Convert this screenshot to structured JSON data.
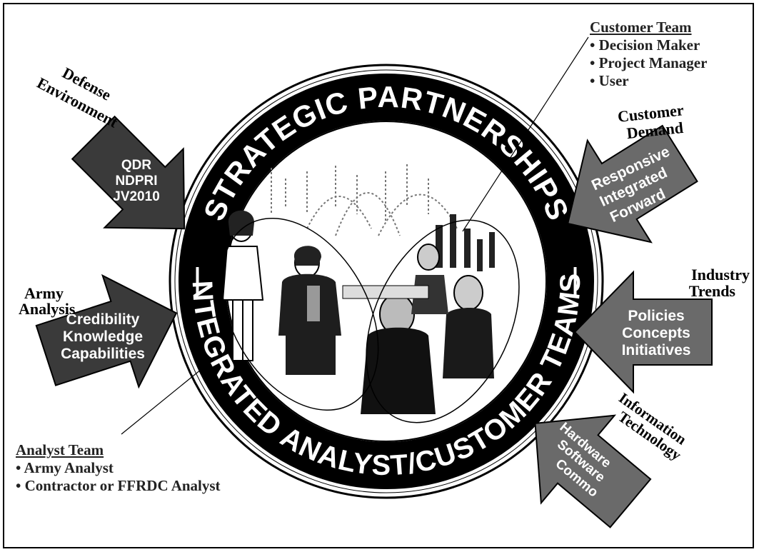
{
  "ring": {
    "top_text": "STRATEGIC PARTNERSHIPS",
    "bottom_text": "INTEGRATED ANALYST/CUSTOMER TEAMS",
    "separator": "—"
  },
  "arrows": {
    "defense": {
      "label_lines": [
        "Defense",
        "Environment"
      ],
      "items": [
        "QDR",
        "NDPRI",
        "JV2010"
      ]
    },
    "army": {
      "label_lines": [
        "Army",
        "Analysis"
      ],
      "items": [
        "Credibility",
        "Knowledge",
        "Capabilities"
      ]
    },
    "customer_demand": {
      "label_lines": [
        "Customer",
        "Demand"
      ],
      "items": [
        "Responsive",
        "Integrated",
        "Forward"
      ]
    },
    "industry": {
      "label_lines": [
        "Industry",
        "Trends"
      ],
      "items": [
        "Policies",
        "Concepts",
        "Initiatives"
      ]
    },
    "infotech": {
      "label_lines": [
        "Information",
        "Technology"
      ],
      "items": [
        "Hardware",
        "Software",
        "Commo"
      ]
    }
  },
  "customer_team": {
    "title": "Customer Team",
    "members": [
      "Decision Maker",
      "Project Manager",
      "User"
    ]
  },
  "analyst_team": {
    "title": "Analyst Team",
    "members": [
      "Army Analyst",
      "Contractor or FFRDC Analyst"
    ]
  },
  "colors": {
    "ring": "#000000",
    "arrow_fill": "#3a3a3a",
    "arrow_light_fill": "#6a6a6a",
    "arrow_text": "#ffffff",
    "outline": "#000000"
  }
}
